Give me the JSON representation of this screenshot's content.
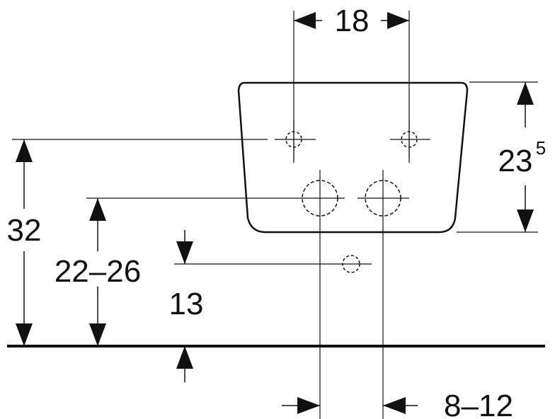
{
  "dimensions": {
    "hole_spacing": "18",
    "tank_height_main": "23",
    "tank_height_sup": "5",
    "total_height": "32",
    "inlet_height_range": "22–26",
    "lower_inlet_height": "13",
    "offset_range": "8–12"
  },
  "colors": {
    "line": "#111111",
    "background": "#ffffff"
  }
}
